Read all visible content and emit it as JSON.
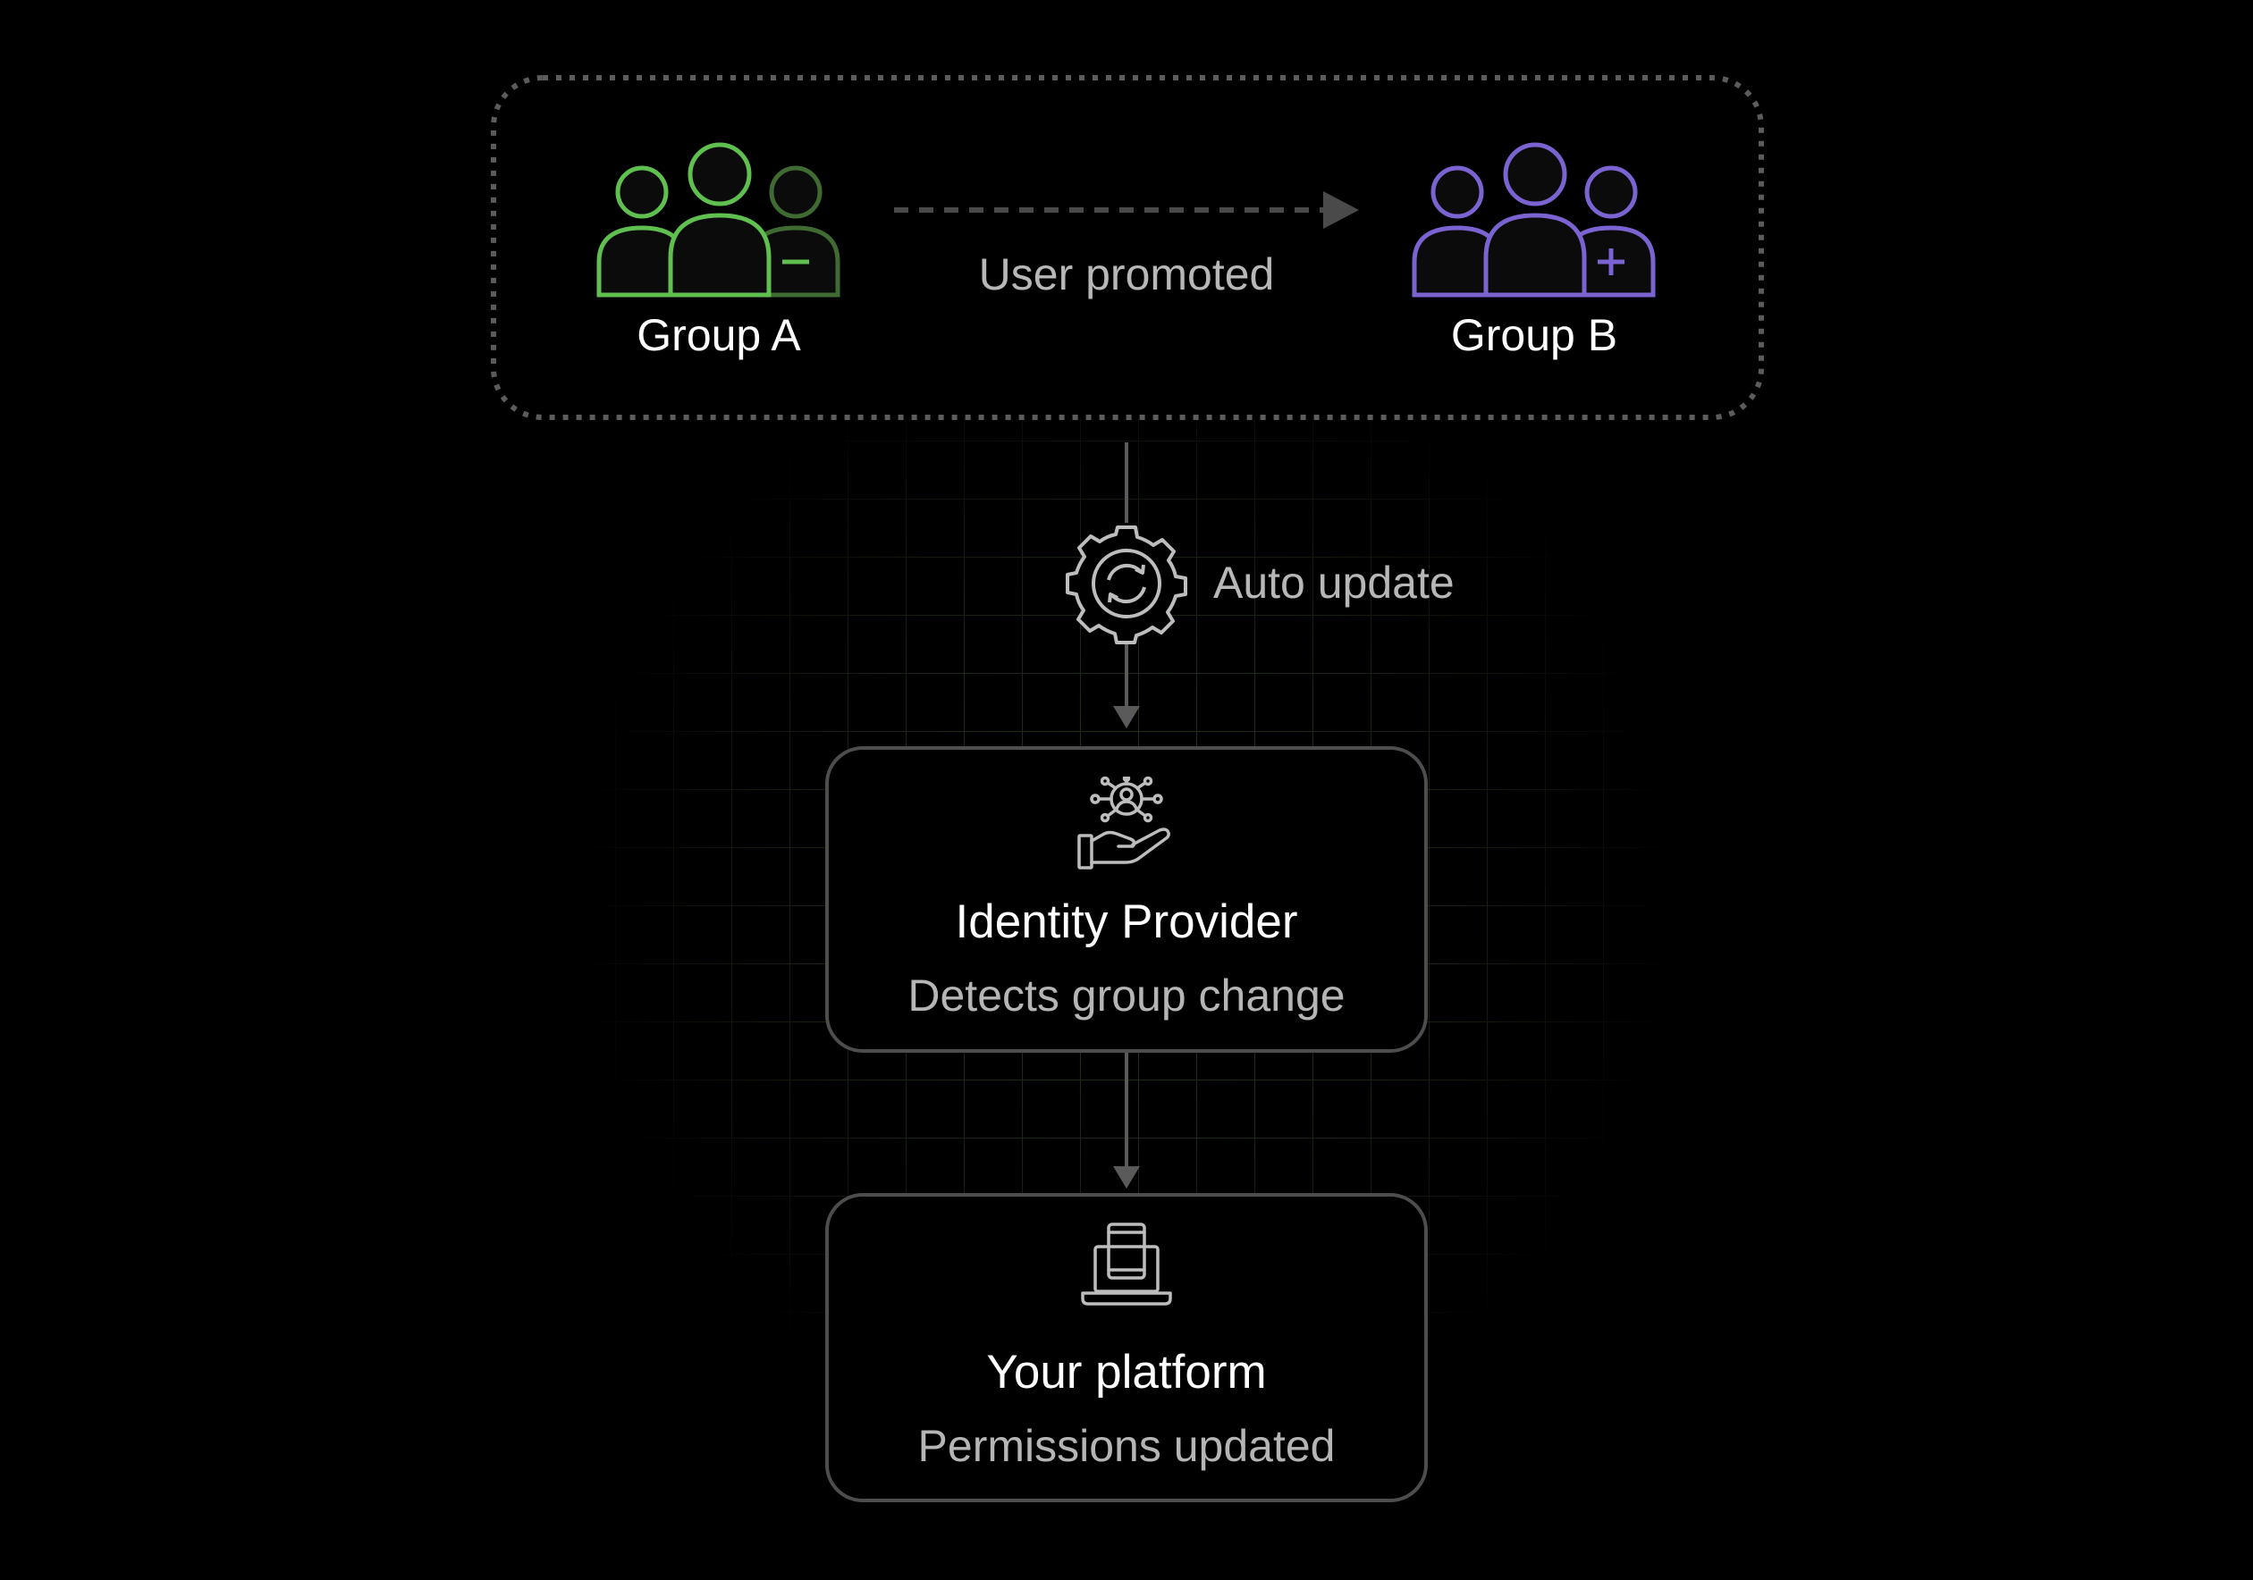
{
  "source_group": {
    "label": "Group A",
    "icon": "users-minus-icon",
    "color": "#5fbf4f"
  },
  "target_group": {
    "label": "Group B",
    "icon": "users-plus-icon",
    "color": "#7b64d2"
  },
  "transition": {
    "label": "User promoted"
  },
  "sync_step": {
    "label": "Auto update",
    "icon": "gear-sync-icon"
  },
  "steps": [
    {
      "title": "Identity Provider",
      "subtitle": "Detects group change",
      "icon": "hand-user-network-icon"
    },
    {
      "title": "Your platform",
      "subtitle": "Permissions updated",
      "icon": "laptop-phone-icon"
    }
  ]
}
